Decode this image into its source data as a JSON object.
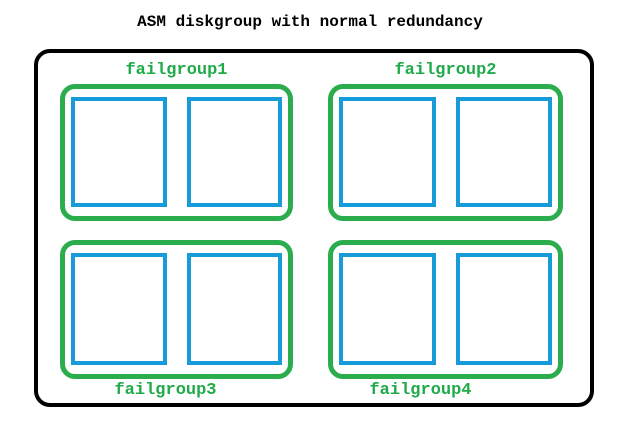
{
  "title": "ASM diskgroup with normal redundancy",
  "colors": {
    "title-text": "#000000",
    "outer-border": "#000000",
    "failgroup-border": "#2bad4e",
    "failgroup-label": "#1fab49",
    "disk-border": "#189cd9",
    "background": "#ffffff"
  },
  "failgroups": [
    {
      "label": "failgroup1",
      "label_position": "top",
      "disk_count": 2
    },
    {
      "label": "failgroup2",
      "label_position": "top",
      "disk_count": 2
    },
    {
      "label": "failgroup3",
      "label_position": "bottom",
      "disk_count": 2
    },
    {
      "label": "failgroup4",
      "label_position": "bottom",
      "disk_count": 2
    }
  ]
}
